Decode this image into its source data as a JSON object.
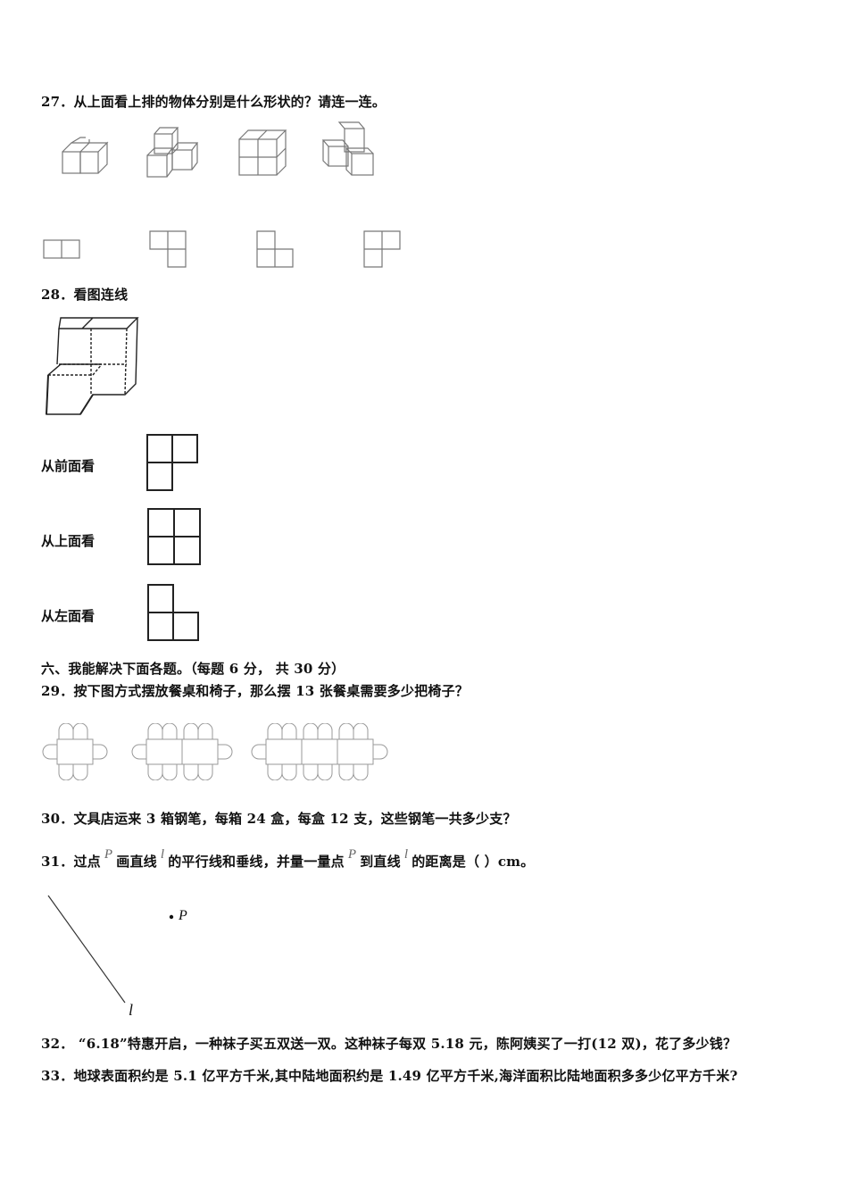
{
  "q27": {
    "title": "27．从上面看上排的物体分别是什么形状的？请连一连。",
    "solids": [
      "solid-a",
      "solid-b",
      "solid-c",
      "solid-d"
    ],
    "views": [
      "view-1",
      "view-2",
      "view-3",
      "view-4"
    ]
  },
  "q28": {
    "title": "28．看图连线",
    "views": [
      {
        "label": "从前面看"
      },
      {
        "label": "从上面看"
      },
      {
        "label": "从左面看"
      }
    ]
  },
  "section6": {
    "title": "六、我能解决下面各题。（每题  6  分，  共  30  分）"
  },
  "q29": {
    "title": "29．按下图方式摆放餐桌和椅子，那么摆 13 张餐桌需要多少把椅子？",
    "table_groups": [
      1,
      2,
      3
    ]
  },
  "q30": {
    "title": "30．文具店运来 3 箱钢笔，每箱 24 盒，每盒 12 支，这些钢笔一共多少支？"
  },
  "q31": {
    "prefix": "31．过点",
    "p1": "P",
    "mid1": "画直线",
    "l1": "l",
    "mid2": "的平行线和垂线，并量一量点",
    "p2": "P",
    "mid3": "到直线",
    "l2": "l",
    "suffix": "的距离是（    ）cm。",
    "figure": {
      "point_label": "P",
      "line_label": "l"
    }
  },
  "q32": {
    "title": "32．  “6.18”特惠开启，一种袜子买五双送一双。这种袜子每双 5.18 元，陈阿姨买了一打(12 双)，花了多少钱？"
  },
  "q33": {
    "title": "33．地球表面积约是 5.1 亿平方千米,其中陆地面积约是 1.49 亿平方千米,海洋面积比陆地面积多多少亿平方千米?"
  }
}
